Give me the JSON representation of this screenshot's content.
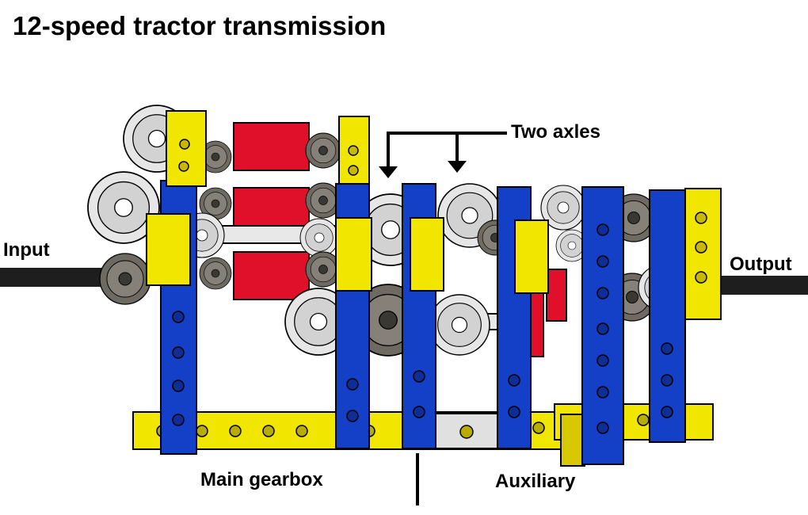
{
  "title": "12-speed tractor transmission",
  "labels": {
    "input": "Input",
    "output": "Output",
    "two_axles": "Two axles",
    "main_gearbox": "Main gearbox",
    "auxiliary": "Auxiliary"
  },
  "colors": {
    "beam_blue": "#1440c8",
    "beam_yellow": "#f0e600",
    "connector_red": "#e0102a",
    "gear_light": "#e4e4e4",
    "gear_dark": "#6e6a62",
    "axle": "#1e1e1e",
    "outline": "#000000"
  }
}
